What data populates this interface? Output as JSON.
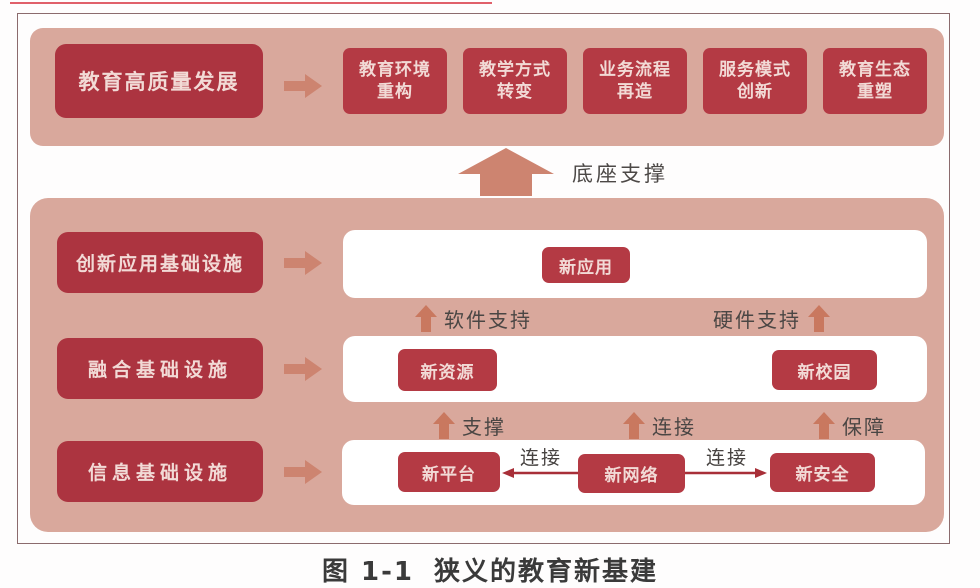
{
  "colors": {
    "panel_pink": "#d9a89c",
    "box_red_dark": "#ac3440",
    "box_red": "#b43a44",
    "box_text": "#f2dad6",
    "salmon_arrow": "#cd8470",
    "small_up_arrow": "#c9785f",
    "label_text": "#4a4644",
    "connector_red": "#a82f38",
    "frame_border": "#8b6b6d",
    "caption_text": "#3a3a3a"
  },
  "top_band": {
    "source_label": "教育高质量发展",
    "targets": [
      {
        "line1": "教育环境",
        "line2": "重构"
      },
      {
        "line1": "教学方式",
        "line2": "转变"
      },
      {
        "line1": "业务流程",
        "line2": "再造"
      },
      {
        "line1": "服务模式",
        "line2": "创新"
      },
      {
        "line1": "教育生态",
        "line2": "重塑"
      }
    ]
  },
  "base_support": {
    "label": "底座支撑"
  },
  "stack": {
    "rows": [
      {
        "label": "创新应用基础设施",
        "items": [
          "新应用"
        ]
      },
      {
        "label": "融合基础设施",
        "items": [
          "新资源",
          "新校园"
        ]
      },
      {
        "label": "信息基础设施",
        "items": [
          "新平台",
          "新网络",
          "新安全"
        ]
      }
    ],
    "links_row1_row2": [
      {
        "text": "软件支持"
      },
      {
        "text": "硬件支持"
      }
    ],
    "links_row2_row3": [
      {
        "text": "支撑"
      },
      {
        "text": "连接"
      },
      {
        "text": "保障"
      }
    ],
    "connectors": [
      {
        "text": "连接"
      },
      {
        "text": "连接"
      }
    ]
  },
  "caption": {
    "prefix": "图 1-1",
    "title": "狭义的教育新基建"
  }
}
